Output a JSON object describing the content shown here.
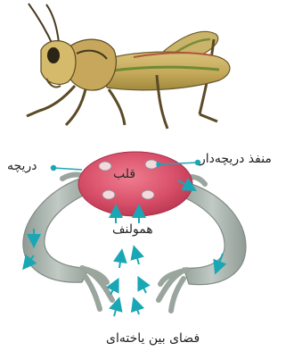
{
  "labels": {
    "valve_opening": "منفذ دریچه‌دار",
    "valve": "دریچه",
    "heart": "قلب",
    "hemolymph": "همولنف",
    "intercellular_space": "فضای بین یاخته‌ای"
  },
  "colors": {
    "heart": "#d9506a",
    "vessel": "#a9b4ad",
    "vessel_edge": "#7f8a84",
    "arrow": "#1aa7b5",
    "grasshopper_body": "#c9b46a",
    "grasshopper_stripe": "#7a8b3a"
  }
}
